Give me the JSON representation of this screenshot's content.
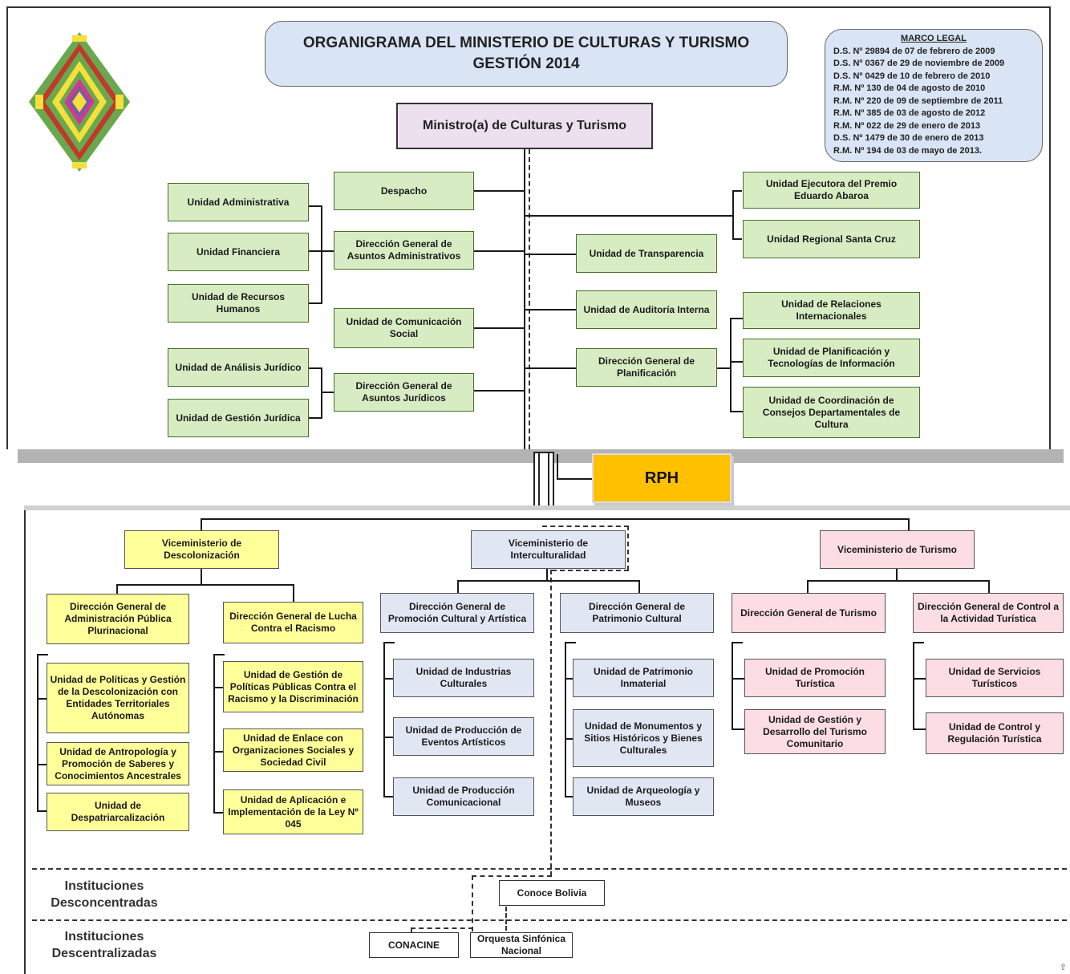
{
  "header": {
    "title_line1": "ORGANIGRAMA DEL MINISTERIO DE CULTURAS Y TURISMO",
    "title_line2": "GESTIÓN 2014"
  },
  "marco_legal": {
    "heading": "MARCO LEGAL",
    "items": [
      "D.S. Nº 29894 de 07 de febrero de 2009",
      "D.S. Nº 0367 de 29 de noviembre de 2009",
      "D.S. Nº 0429 de 10 de febrero de 2010",
      "R.M. Nº 130 de 04 de agosto de 2010",
      "R.M. Nº 220 de 09 de septiembre de 2011",
      "R.M. Nº 385 de 03 de agosto de 2012",
      "R.M. Nº 022 de 29 de enero de 2013",
      "D.S. Nº 1479 de 30 de enero de 2013",
      "R.M. Nº 194 de 03 de mayo de 2013."
    ]
  },
  "minister": "Ministro(a) de Culturas y Turismo",
  "top": {
    "despacho": "Despacho",
    "dgaa": "Dirección General de Asuntos Administrativos",
    "u_admin": "Unidad Administrativa",
    "u_fin": "Unidad Financiera",
    "u_rrhh": "Unidad de Recursos Humanos",
    "u_com": "Unidad de Comunicación Social",
    "dgaj": "Dirección General de Asuntos Jurídicos",
    "u_analisis": "Unidad de Análisis Jurídico",
    "u_gestion": "Unidad de Gestión Jurídica",
    "u_ejecutora": "Unidad Ejecutora del Premio Eduardo Abaroa",
    "u_regional": "Unidad Regional Santa Cruz",
    "u_transp": "Unidad de Transparencia",
    "u_auditoria": "Unidad de Auditoría Interna",
    "dgp": "Dirección General de Planificación",
    "u_rrii": "Unidad de Relaciones Internacionales",
    "u_plan": "Unidad de Planificación y Tecnologías de Información",
    "u_coord": "Unidad de Coordinación de Consejos Departamentales de Cultura"
  },
  "rph": "RPH",
  "vice": {
    "descolonizacion": {
      "title": "Viceministerio de Descolonización",
      "dg1": "Dirección General de Administración Pública Plurinacional",
      "dg1_units": [
        "Unidad de Políticas y Gestión de la Descolonización con Entidades Territoriales Autónomas",
        "Unidad de Antropología y Promoción de Saberes y Conocimientos Ancestrales",
        "Unidad de Despatriarcalización"
      ],
      "dg2": "Dirección General de Lucha Contra el Racismo",
      "dg2_units": [
        "Unidad de Gestión de Políticas Públicas Contra el Racismo y la Discriminación",
        "Unidad de Enlace con Organizaciones Sociales y Sociedad Civil",
        "Unidad de Aplicación e Implementación de la Ley Nº 045"
      ]
    },
    "interculturalidad": {
      "title": "Viceministerio de Interculturalidad",
      "dg1": "Dirección General de Promoción Cultural y Artística",
      "dg1_units": [
        "Unidad de Industrias Culturales",
        "Unidad de Producción de Eventos Artísticos",
        "Unidad de Producción Comunicacional"
      ],
      "dg2": "Dirección General de Patrimonio Cultural",
      "dg2_units": [
        "Unidad de Patrimonio Inmaterial",
        "Unidad de Monumentos y Sitios Históricos y Bienes Culturales",
        "Unidad de Arqueología y Museos"
      ]
    },
    "turismo": {
      "title": "Viceministerio de Turismo",
      "dg1": "Dirección General de Turismo",
      "dg1_units": [
        "Unidad de Promoción Turística",
        "Unidad de Gestión y Desarrollo del Turismo Comunitario"
      ],
      "dg2": "Dirección General de Control a la Actividad Turística",
      "dg2_units": [
        "Unidad de Servicios Turísticos",
        "Unidad de Control y Regulación Turística"
      ]
    }
  },
  "sections": {
    "desconcentradas_label": "Instituciones Desconcentradas",
    "desconcentradas": [
      "Conoce Bolivia"
    ],
    "descentralizadas_label": "Instituciones Descentralizadas",
    "descentralizadas": [
      "CONACINE",
      "Orquesta Sinfónica Nacional"
    ]
  },
  "colors": {
    "green": "#d7ecc3",
    "yellow": "#ffff99",
    "blue": "#e1e6f3",
    "pink": "#fbdde3",
    "rph": "#ffc000",
    "title_bg": "#d9e4f5"
  },
  "logo_icon": "andean-diamond-logo-icon"
}
